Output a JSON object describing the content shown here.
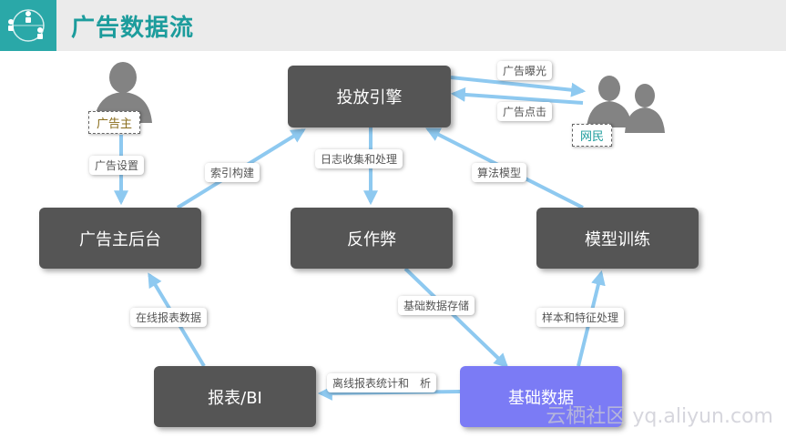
{
  "header": {
    "title": "广告数据流"
  },
  "nodes": {
    "engine": "投放引擎",
    "advertiser_backend": "广告主后台",
    "anti_fraud": "反作弊",
    "model_training": "模型训练",
    "report_bi": "报表/BI",
    "base_data": "基础数据"
  },
  "actors": {
    "advertiser": "广告主",
    "netizen": "网民"
  },
  "edges": {
    "ad_exposure": "广告曝光",
    "ad_click": "广告点击",
    "ad_settings": "广告设置",
    "index_build": "索引构建",
    "log_collect": "日志收集和处理",
    "algo_model": "算法模型",
    "online_report": "在线报表数据",
    "base_storage": "基础数据存储",
    "sample_feature": "样本和特征处理",
    "offline_report": "离线报表统计和　析"
  },
  "colors": {
    "node": "#555555",
    "highlight": "#7b7bf5",
    "arrow": "#8ec9f0",
    "title": "#1c9c9c",
    "header_bg": "#ebebeb"
  },
  "watermark": "云栖社区 yq.aliyun.com"
}
